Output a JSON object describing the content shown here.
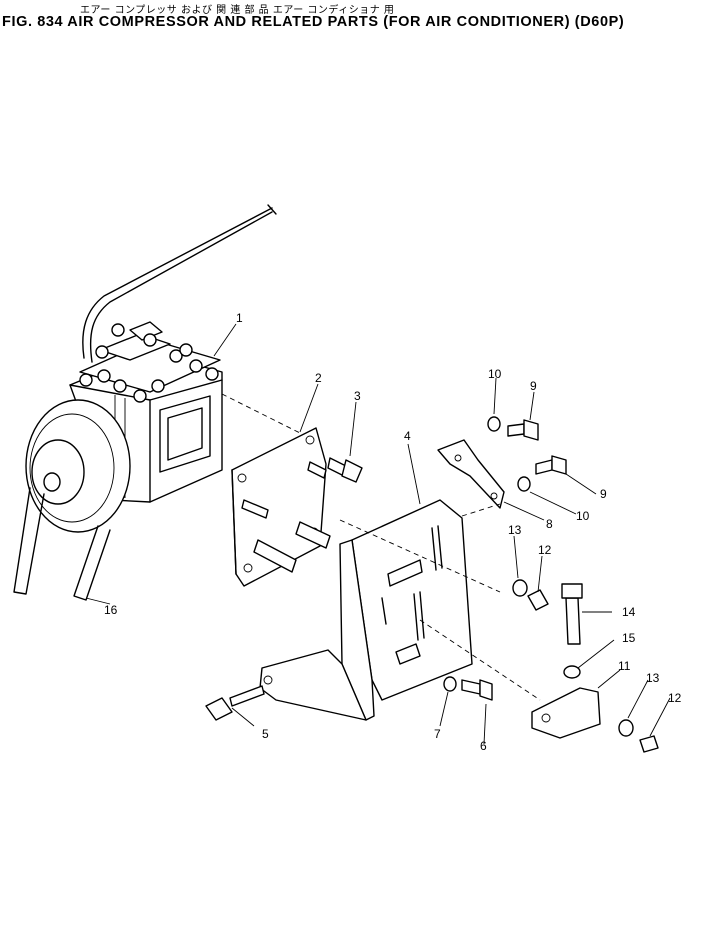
{
  "header": {
    "japanese_title": "エアー コンプレッサ および 関 連 部 品 エアー コンディショナ 用",
    "title": "FIG. 834 AIR COMPRESSOR AND RELATED PARTS (FOR AIR CONDITIONER) (D60P)"
  },
  "callouts": [
    "1",
    "2",
    "3",
    "4",
    "5",
    "6",
    "7",
    "8",
    "9",
    "9",
    "10",
    "10",
    "11",
    "12",
    "12",
    "13",
    "13",
    "14",
    "15",
    "16"
  ]
}
